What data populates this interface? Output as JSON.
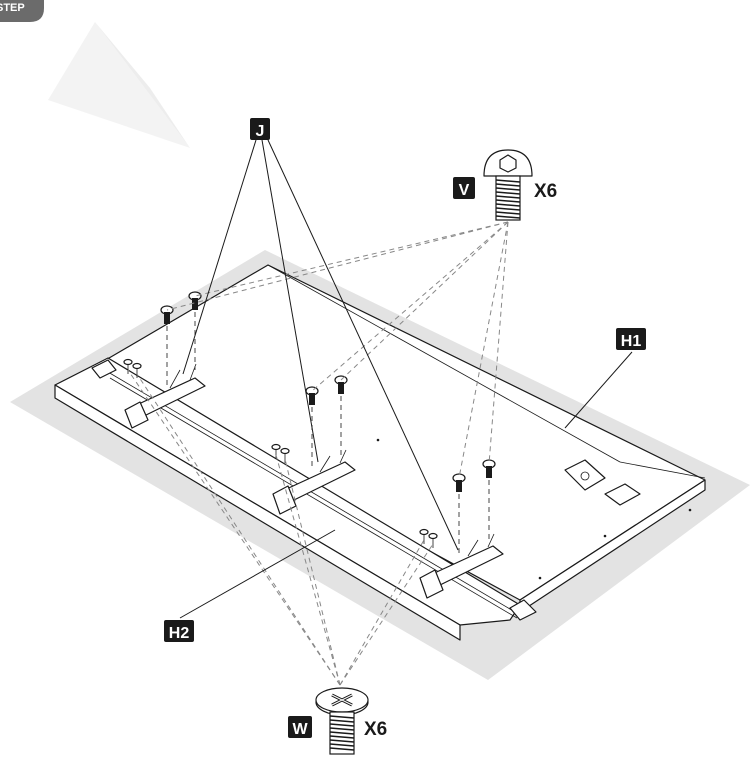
{
  "step_badge": {
    "text": "STEP"
  },
  "labels": {
    "j": "J",
    "v": "V",
    "w": "W",
    "h1": "H1",
    "h2": "H2"
  },
  "quantities": {
    "v": "X6",
    "w": "X6"
  }
}
